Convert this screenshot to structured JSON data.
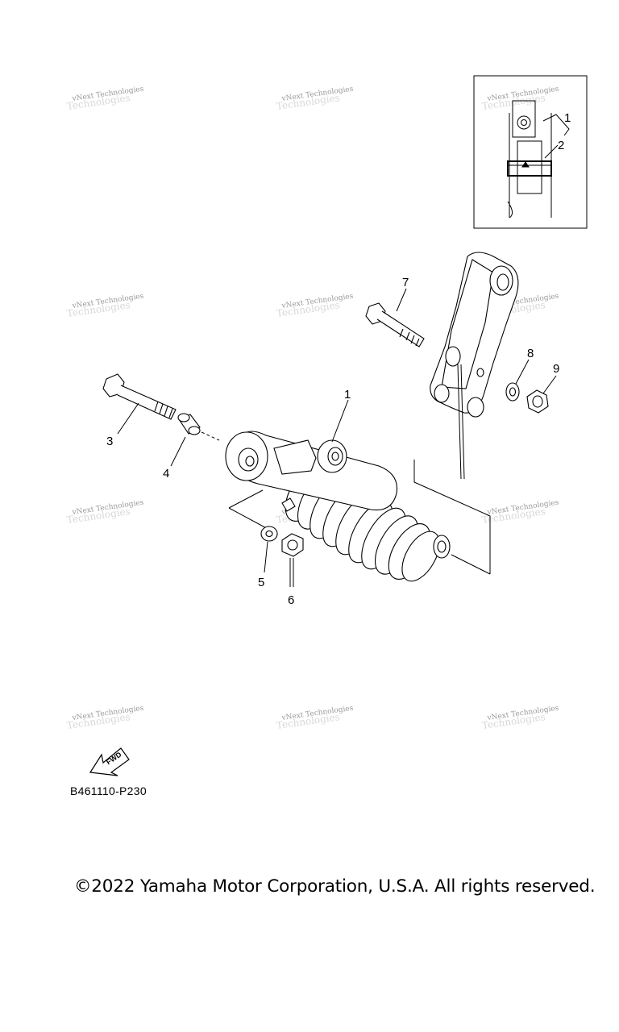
{
  "watermark": {
    "text": "vNext Technologies"
  },
  "callouts": {
    "inset_1": "1",
    "inset_2": "2",
    "part_1": "1",
    "part_3": "3",
    "part_4": "4",
    "part_5": "5",
    "part_6": "6",
    "part_7": "7",
    "part_8": "8",
    "part_9": "9"
  },
  "fwd_label": "FWD",
  "part_code": "B461110-P230",
  "copyright": "©2022 Yamaha Motor Corporation, U.S.A. All rights reserved."
}
